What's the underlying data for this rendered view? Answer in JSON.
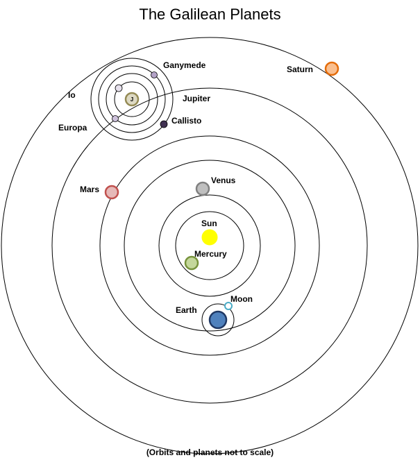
{
  "title": "The Galilean Planets",
  "footnote": "(Orbits and planets not to scale)",
  "jupiter_marker": "J",
  "labels": {
    "sun": "Sun",
    "mercury": "Mercury",
    "venus": "Venus",
    "earth": "Earth",
    "moon": "Moon",
    "mars": "Mars",
    "jupiter": "Jupiter",
    "saturn": "Saturn",
    "io": "Io",
    "europa": "Europa",
    "ganymede": "Ganymede",
    "callisto": "Callisto"
  },
  "colors": {
    "sun": "#ffff00",
    "mercury": "#c4d79b",
    "mercury_stroke": "#77933c",
    "venus": "#bfbfbf",
    "venus_stroke": "#808080",
    "earth": "#4f81bd",
    "earth_stroke": "#1f3864",
    "moon": "#ffffff",
    "moon_stroke": "#4bacc6",
    "mars": "#e6b9b8",
    "mars_stroke": "#c0504d",
    "jupiter": "#ddd9c3",
    "jupiter_stroke": "#948a54",
    "saturn": "#fabf8f",
    "saturn_stroke": "#e46c0a",
    "io": "#e6e0ec",
    "europa": "#ccc0da",
    "ganymede": "#b3a2c7",
    "callisto": "#403151"
  }
}
